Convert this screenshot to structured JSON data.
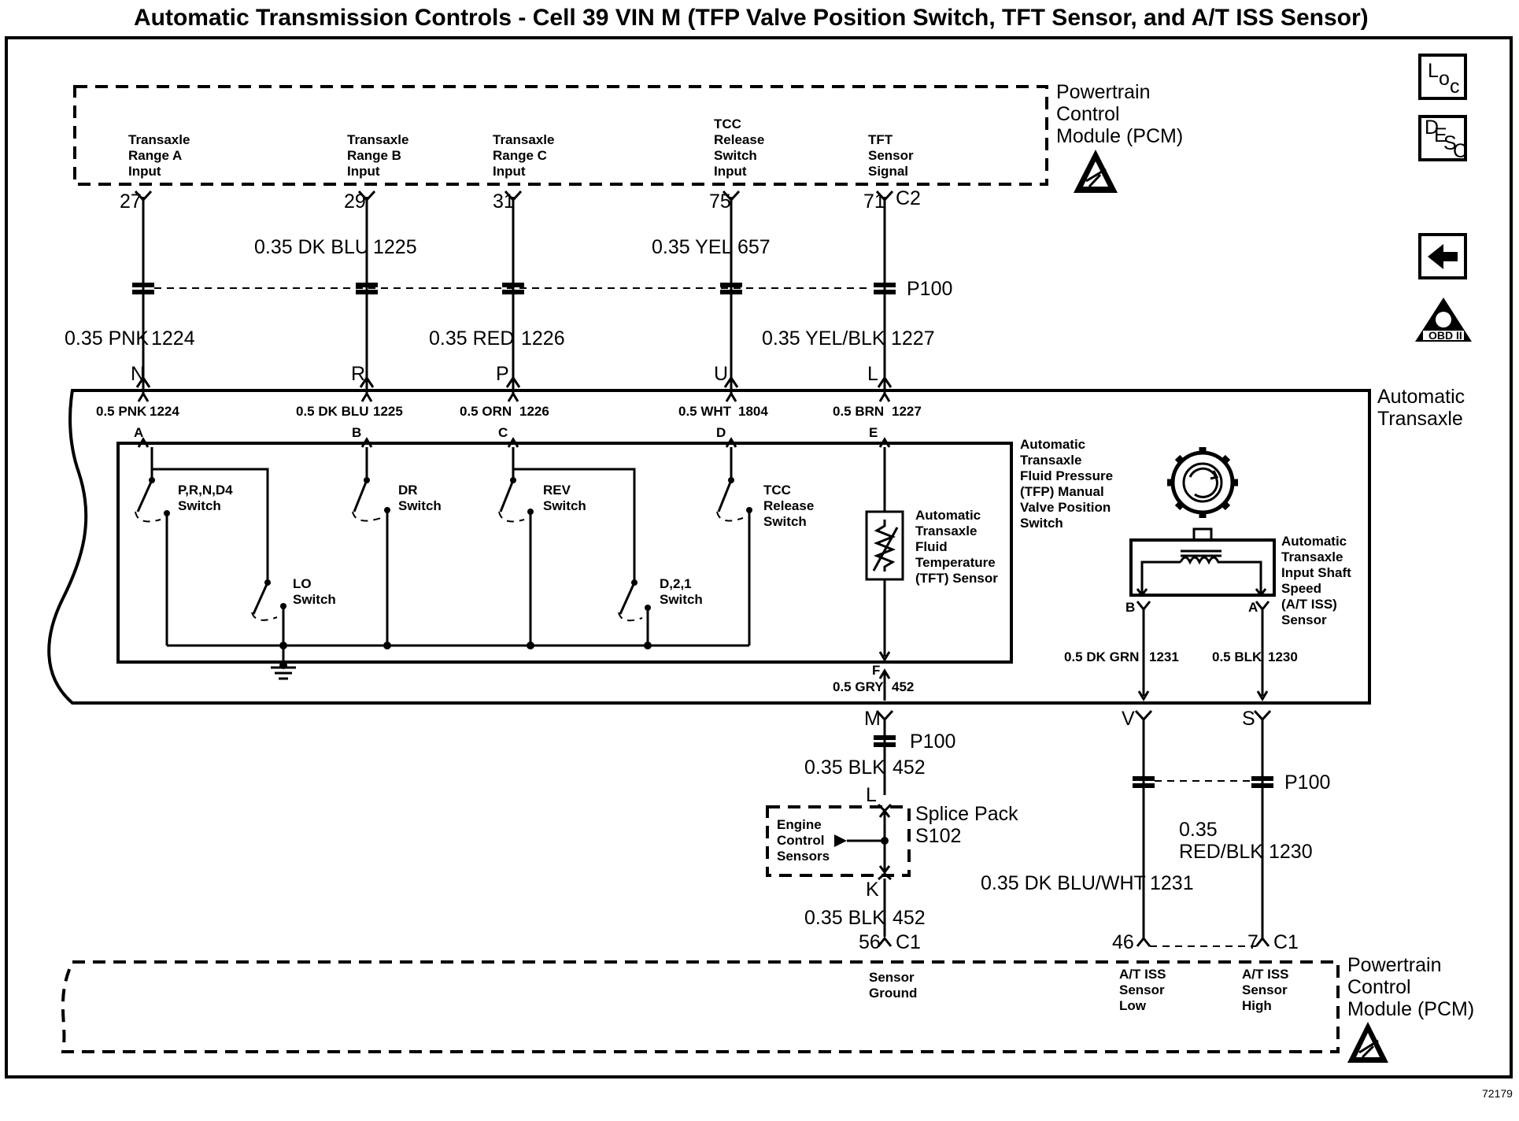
{
  "title": "Automatic Transmission Controls - Cell 39 VIN M (TFP Valve Position Switch, TFT Sensor, and A/T ISS Sensor)",
  "figure_number": "72179",
  "pcm_top": {
    "label": [
      "Powertrain",
      "Control",
      "Module (PCM)"
    ],
    "inputs": [
      {
        "label": [
          "Transaxle",
          "Range A",
          "Input"
        ],
        "pin": "27"
      },
      {
        "label": [
          "Transaxle",
          "Range B",
          "Input"
        ],
        "pin": "29"
      },
      {
        "label": [
          "Transaxle",
          "Range C",
          "Input"
        ],
        "pin": "31"
      },
      {
        "label": [
          "TCC",
          "Release",
          "Switch",
          "Input"
        ],
        "pin": "75"
      },
      {
        "label": [
          "TFT",
          "Sensor",
          "Signal"
        ],
        "pin": "71",
        "connector": "C2"
      }
    ]
  },
  "top_wires": [
    {
      "upper": "0.35 DK BLU",
      "upper_circuit": "1225"
    },
    {
      "upper": "0.35 YEL",
      "upper_circuit": "657"
    }
  ],
  "lower_wires": [
    {
      "label": "0.35 PNK",
      "circuit": "1224"
    },
    {
      "label": "0.35 RED",
      "circuit": "1226"
    },
    {
      "label": "0.35 YEL/BLK",
      "circuit": "1227"
    }
  ],
  "p100_label": "P100",
  "transaxle_pins": [
    "N",
    "R",
    "P",
    "U",
    "L"
  ],
  "transaxle_label": [
    "Automatic",
    "Transaxle"
  ],
  "inner_wires": [
    {
      "label": "0.5 PNK",
      "circuit": "1224",
      "pin": "A"
    },
    {
      "label": "0.5 DK BLU",
      "circuit": "1225",
      "pin": "B"
    },
    {
      "label": "0.5 ORN",
      "circuit": "1226",
      "pin": "C"
    },
    {
      "label": "0.5 WHT",
      "circuit": "1804",
      "pin": "D"
    },
    {
      "label": "0.5 BRN",
      "circuit": "1227",
      "pin": "E"
    }
  ],
  "switches": [
    {
      "name": [
        "P,R,N,D4",
        "Switch"
      ]
    },
    {
      "name": [
        "DR",
        "Switch"
      ]
    },
    {
      "name": [
        "REV",
        "Switch"
      ]
    },
    {
      "name": [
        "TCC",
        "Release",
        "Switch"
      ]
    },
    {
      "name": [
        "LO",
        "Switch"
      ]
    },
    {
      "name": [
        "D,2,1",
        "Switch"
      ]
    }
  ],
  "tfp_label": [
    "Automatic",
    "Transaxle",
    "Fluid Pressure",
    "(TFP) Manual",
    "Valve Position",
    "Switch"
  ],
  "tft_label": [
    "Automatic",
    "Transaxle",
    "Fluid",
    "Temperature",
    "(TFT) Sensor"
  ],
  "iss_label": [
    "Automatic",
    "Transaxle",
    "Input Shaft",
    "Speed",
    "(A/T ISS)",
    "Sensor"
  ],
  "iss_pins": [
    "B",
    "A"
  ],
  "ground_wire": {
    "pin": "F",
    "label": "0.5 GRY",
    "circuit": "452"
  },
  "iss_wires": [
    {
      "label": "0.5 DK GRN",
      "circuit": "1231"
    },
    {
      "label": "0.5 BLK",
      "circuit": "1230"
    }
  ],
  "lower_pins": [
    "M",
    "V",
    "S"
  ],
  "blk_wire": {
    "label": "0.35 BLK",
    "circuit": "452"
  },
  "splice": {
    "label": [
      "Splice Pack",
      "S102"
    ],
    "inner": [
      "Engine",
      "Control",
      "Sensors"
    ],
    "pin_top": "L",
    "pin_bottom": "K"
  },
  "iss_lower_wires": [
    {
      "label": "0.35 DK BLU/WHT",
      "circuit": "1231"
    },
    {
      "label": [
        "0.35",
        "RED/BLK"
      ],
      "circuit": "1230"
    }
  ],
  "pcm_bottom": {
    "label": [
      "Powertrain",
      "Control",
      "Module (PCM)"
    ],
    "inputs": [
      {
        "label": [
          "Sensor",
          "Ground"
        ],
        "pin": "56",
        "connector": "C1"
      },
      {
        "label": [
          "A/T ISS",
          "Sensor",
          "Low"
        ],
        "pin": "46"
      },
      {
        "label": [
          "A/T ISS",
          "Sensor",
          "High"
        ],
        "pin": "7",
        "connector": "C1"
      }
    ]
  },
  "side_icons": {
    "loc": [
      "L",
      "o",
      "c"
    ],
    "desc": [
      "D",
      "E",
      "S",
      "C"
    ],
    "obd": "OBD II"
  }
}
